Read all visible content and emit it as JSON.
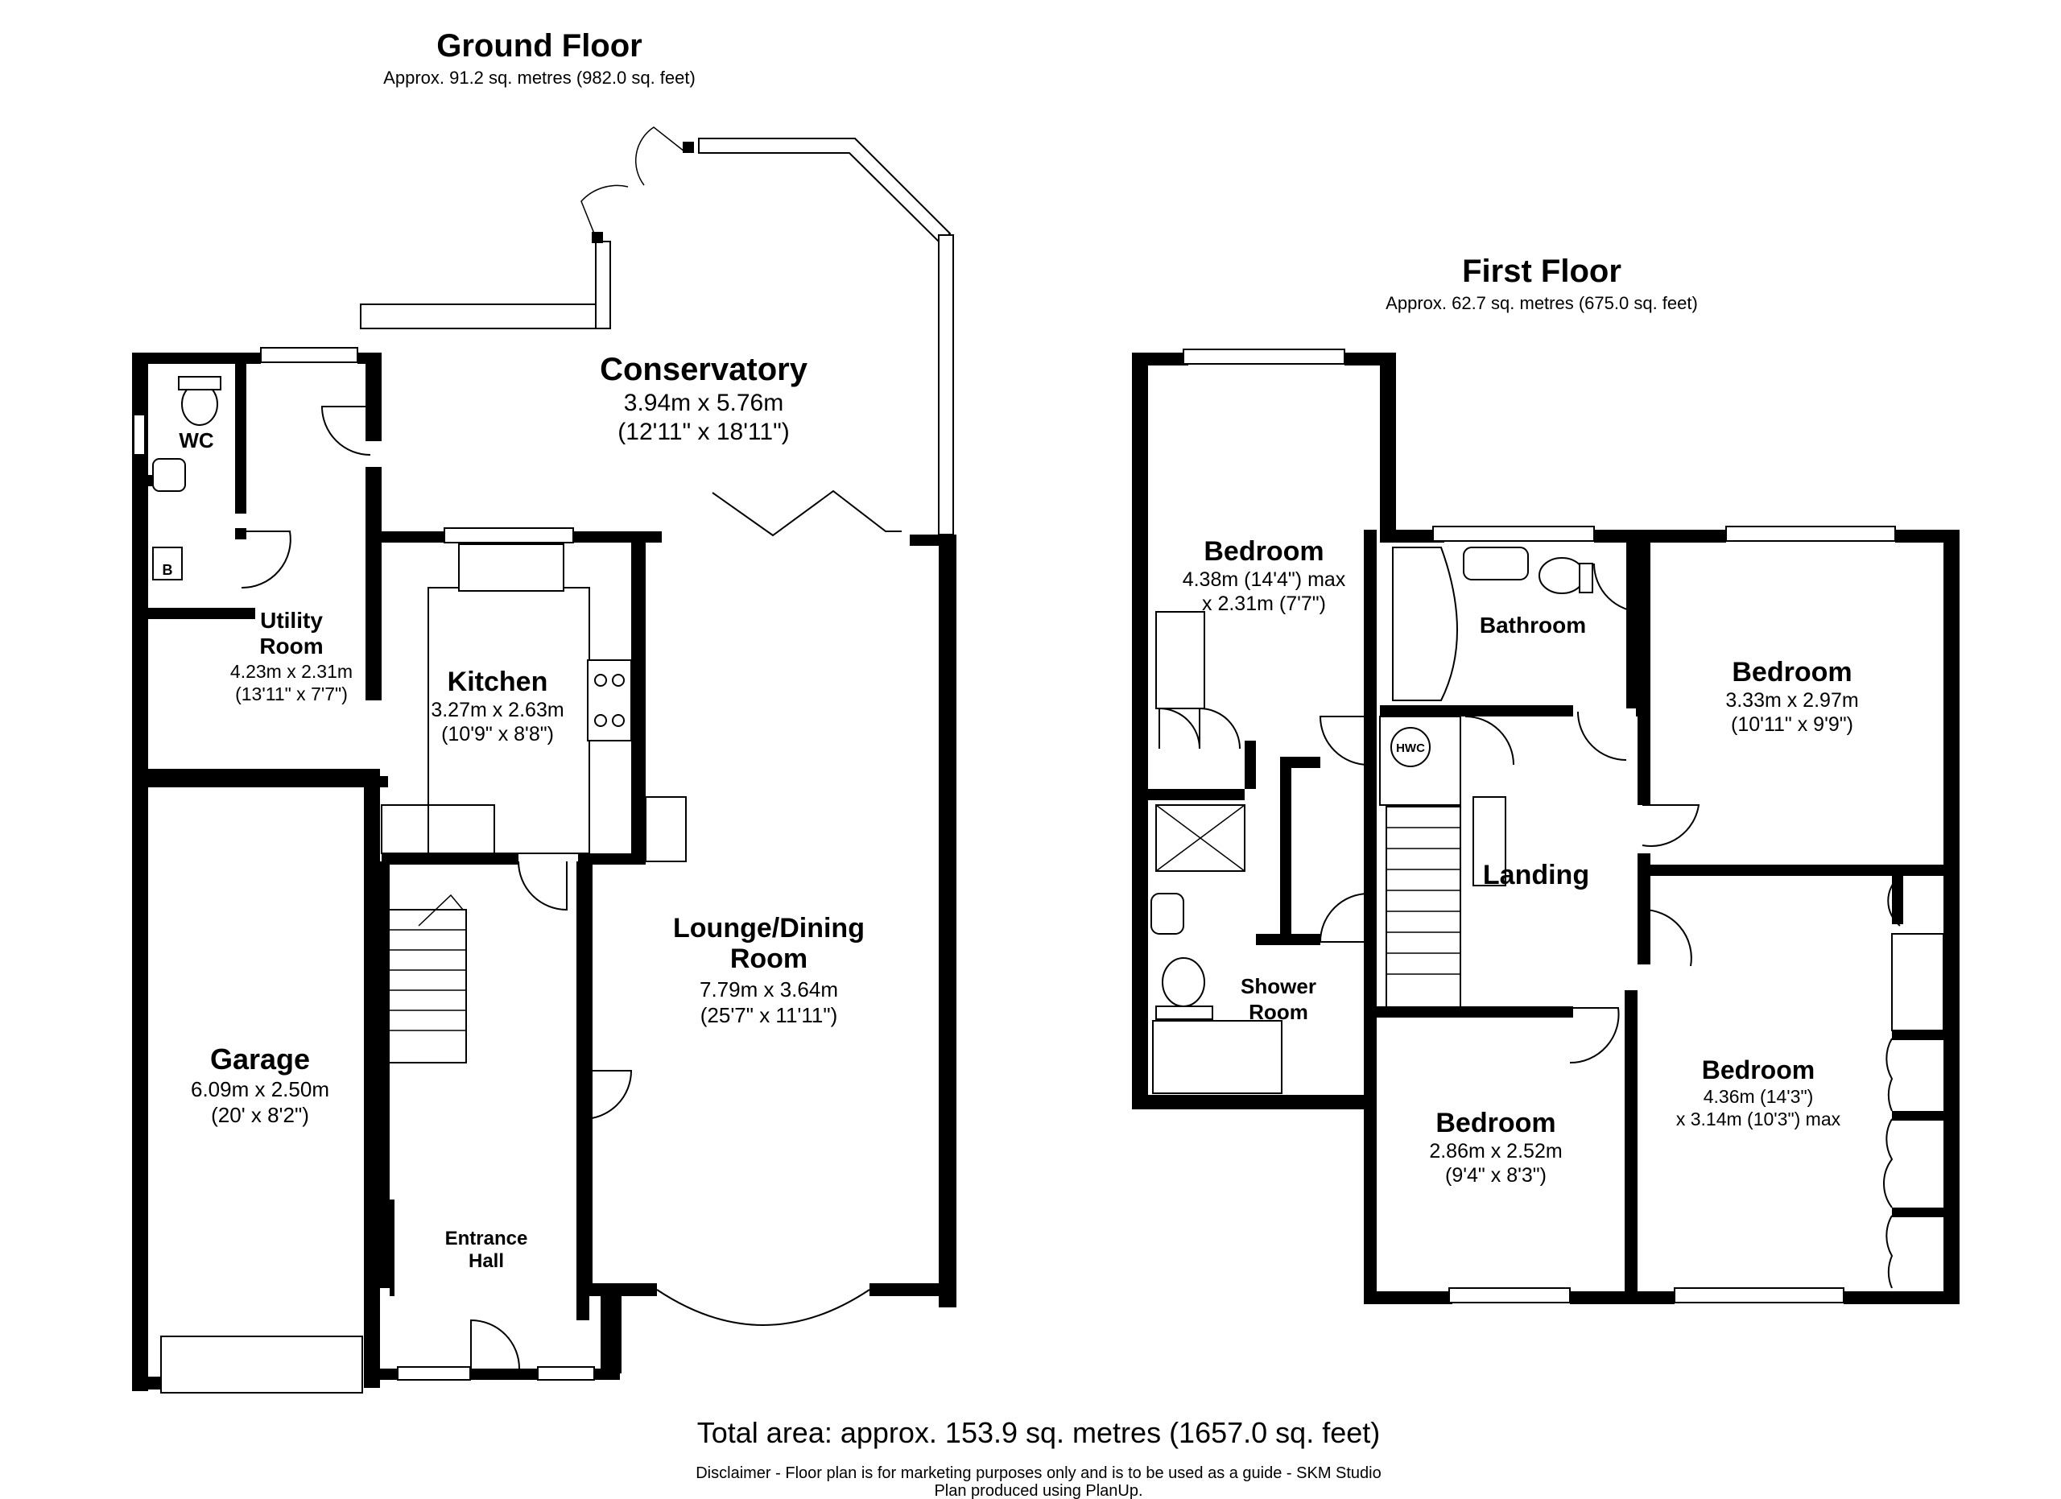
{
  "ground_floor": {
    "title": "Ground Floor",
    "area": "Approx. 91.2 sq. metres (982.0 sq. feet)",
    "rooms": {
      "conservatory": {
        "name": "Conservatory",
        "dim_m": "3.94m x 5.76m",
        "dim_ft": "(12'11\" x 18'11\")"
      },
      "wc": {
        "name": "WC"
      },
      "boiler": {
        "name": "B"
      },
      "utility": {
        "name1": "Utility",
        "name2": "Room",
        "dim_m": "4.23m x 2.31m",
        "dim_ft": "(13'11\" x 7'7\")"
      },
      "kitchen": {
        "name": "Kitchen",
        "dim_m": "3.27m x 2.63m",
        "dim_ft": "(10'9\" x 8'8\")"
      },
      "lounge": {
        "name1": "Lounge/Dining",
        "name2": "Room",
        "dim_m": "7.79m x 3.64m",
        "dim_ft": "(25'7\" x 11'11\")"
      },
      "garage": {
        "name": "Garage",
        "dim_m": "6.09m x 2.50m",
        "dim_ft": "(20' x 8'2\")"
      },
      "hall": {
        "name1": "Entrance",
        "name2": "Hall"
      }
    }
  },
  "first_floor": {
    "title": "First Floor",
    "area": "Approx. 62.7 sq. metres (675.0 sq. feet)",
    "rooms": {
      "bedroom1": {
        "name": "Bedroom",
        "dim1": "4.38m (14'4\") max",
        "dim2": "x 2.31m (7'7\")"
      },
      "bathroom": {
        "name": "Bathroom"
      },
      "bedroom2": {
        "name": "Bedroom",
        "dim_m": "3.33m x 2.97m",
        "dim_ft": "(10'11\" x 9'9\")"
      },
      "hwc": {
        "name": "HWC"
      },
      "landing": {
        "name": "Landing"
      },
      "shower": {
        "name1": "Shower",
        "name2": "Room"
      },
      "bedroom3": {
        "name": "Bedroom",
        "dim_m": "2.86m x 2.52m",
        "dim_ft": "(9'4\" x 8'3\")"
      },
      "bedroom4": {
        "name": "Bedroom",
        "dim1": "4.36m (14'3\")",
        "dim2": "x 3.14m (10'3\") max"
      }
    }
  },
  "total_area": "Total area: approx. 153.9 sq. metres (1657.0 sq. feet)",
  "disclaimer1": "Disclaimer - Floor plan is for marketing purposes only and is to be used as a guide - SKM Studio",
  "disclaimer2": "Plan produced using PlanUp."
}
